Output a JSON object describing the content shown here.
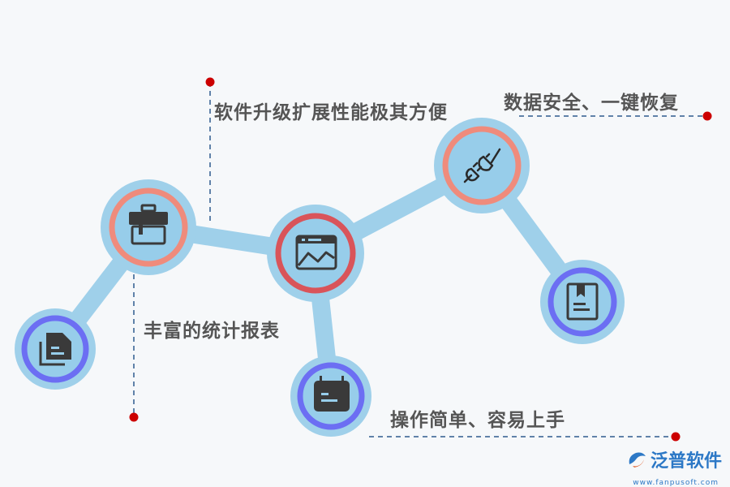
{
  "colors": {
    "connector": "#9fd0ea",
    "node_outer": "#9fd0ea",
    "node_inner": "#97cdea",
    "ring_salmon": "#ef8b7c",
    "ring_red": "#d9545a",
    "ring_purple": "#6c6ef3",
    "icon": "#3a3a3a",
    "dot": "#cc0000",
    "dash": "#2f5a8e",
    "text": "#555555",
    "brand": "#2c78c6"
  },
  "nodes": [
    {
      "id": "toolbox",
      "icon": "toolbox-icon",
      "ring": "ring_salmon"
    },
    {
      "id": "chart",
      "icon": "picture-chart-icon",
      "ring": "ring_red"
    },
    {
      "id": "plug",
      "icon": "plug-icon",
      "ring": "ring_salmon"
    },
    {
      "id": "document",
      "icon": "document-stack-icon",
      "ring": "ring_purple"
    },
    {
      "id": "calendar",
      "icon": "calendar-icon",
      "ring": "ring_purple"
    },
    {
      "id": "book",
      "icon": "book-icon",
      "ring": "ring_purple"
    }
  ],
  "labels": {
    "upgrade": "软件升级扩展性能极其方便",
    "security": "数据安全、一键恢复",
    "reports": "丰富的统计报表",
    "easy": "操作简单、容易上手"
  },
  "logo": {
    "name": "泛普软件",
    "url": "www.fanpusoft.com"
  }
}
